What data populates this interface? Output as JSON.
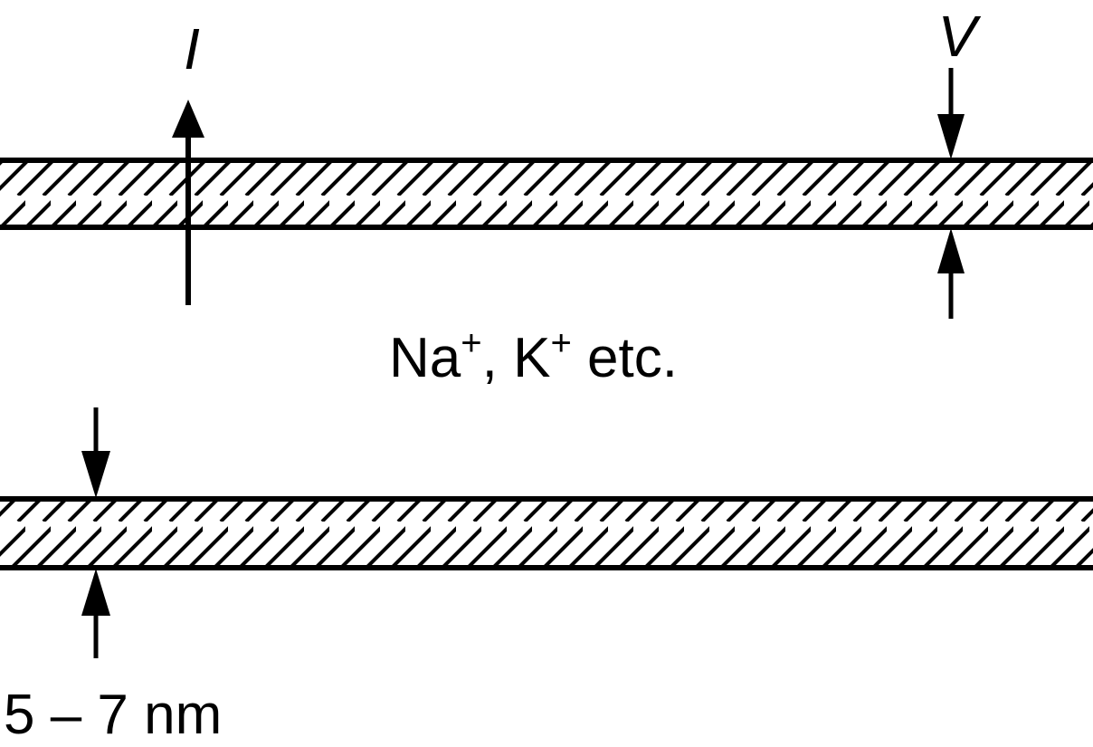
{
  "labels": {
    "current_symbol": "I",
    "voltage_symbol": "V",
    "ions_na": "Na",
    "ions_sup": "+",
    "ions_sep": ", K",
    "ions_tail": " etc.",
    "thickness": "5 – 7 nm"
  },
  "colors": {
    "ink": "#000000",
    "background": "#ffffff"
  }
}
